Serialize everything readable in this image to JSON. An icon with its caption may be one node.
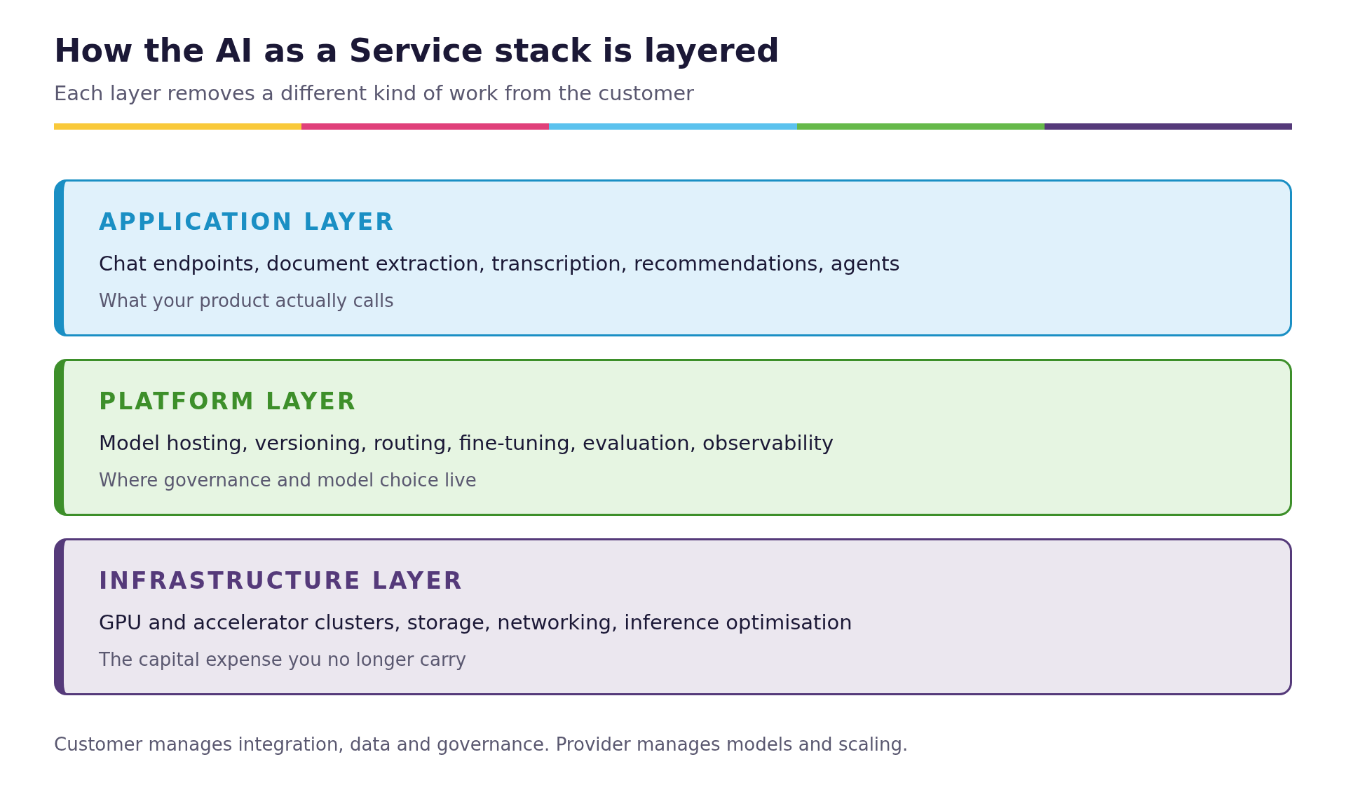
{
  "diagram": {
    "title": "How the AI as a Service stack is layered",
    "caption": "Customer manages integration, data and governance. Provider manages models and scaling.",
    "nodes": [
      {
        "text": [
          "APPLICATION LAYER",
          "Chat endpoints, document extraction, transcription, recommendations, agents",
          "What your product actually calls"
        ]
      },
      {
        "text": [
          "PLATFORM LAYER",
          "Model hosting, versioning, routing, fine-tuning, evaluation, observability",
          "Where governance and model choice live"
        ]
      },
      {
        "text": [
          "INFRASTRUCTURE LAYER",
          "GPU and accelerator clusters, storage, networking, inference optimisation",
          "The capital expense you no longer carry"
        ]
      }
    ],
    "labels": [
      "Each layer removes a different kind of work from the customer"
    ]
  }
}
